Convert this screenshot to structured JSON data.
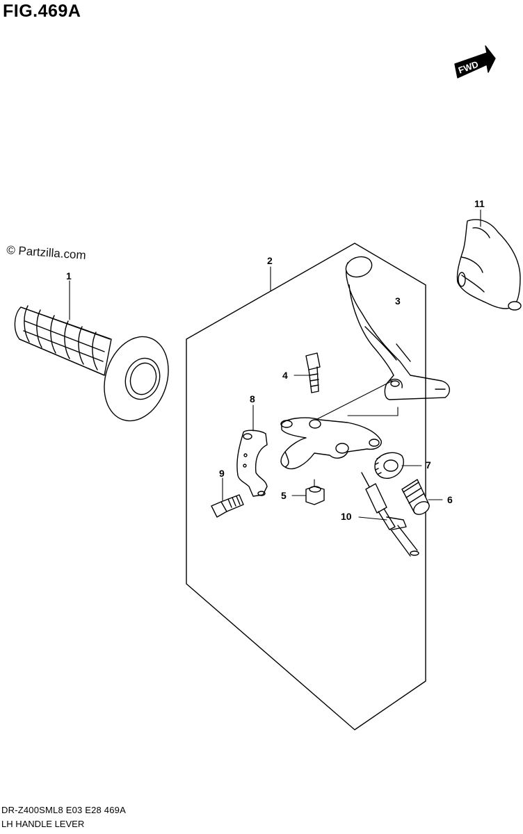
{
  "figure": {
    "title": "FIG.469A",
    "watermark": "© Partzilla.com",
    "fwd_label": "FWD",
    "footer_code": "DR-Z400SML8 E03 E28 469A",
    "footer_name": "LH HANDLE LEVER"
  },
  "callouts": [
    {
      "id": "1",
      "label": "1"
    },
    {
      "id": "2",
      "label": "2"
    },
    {
      "id": "3",
      "label": "3"
    },
    {
      "id": "4",
      "label": "4"
    },
    {
      "id": "5",
      "label": "5"
    },
    {
      "id": "6",
      "label": "6"
    },
    {
      "id": "7",
      "label": "7"
    },
    {
      "id": "8",
      "label": "8"
    },
    {
      "id": "9",
      "label": "9"
    },
    {
      "id": "10",
      "label": "10"
    },
    {
      "id": "11",
      "label": "11"
    }
  ]
}
